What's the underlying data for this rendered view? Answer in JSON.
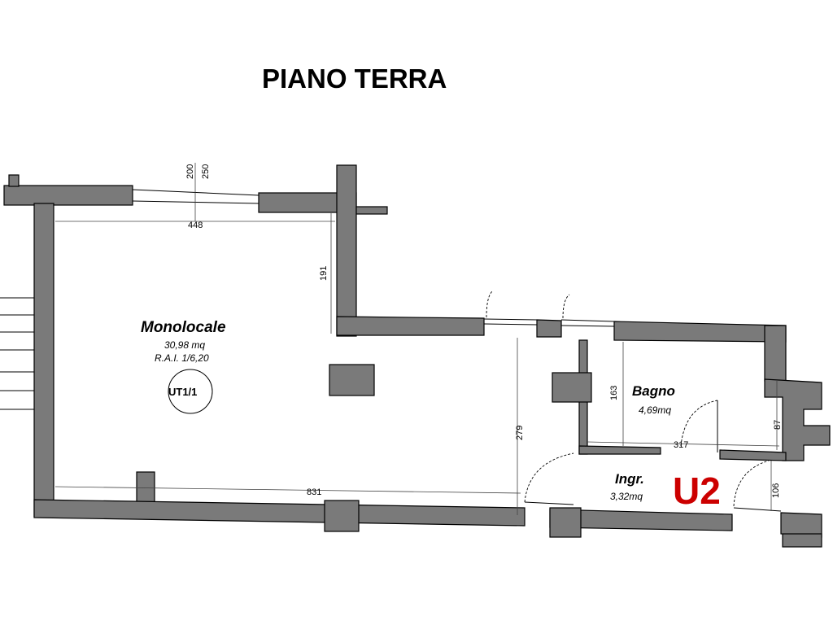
{
  "title": "PIANO TERRA",
  "rooms": {
    "monolocale": {
      "name": "Monolocale",
      "area": "30,98 mq",
      "rai": "R.A.I. 1/6,20",
      "badge": "UT1/1"
    },
    "bagno": {
      "name": "Bagno",
      "area": "4,69mq"
    },
    "ingresso": {
      "name": "Ingr.",
      "area": "3,32mq"
    }
  },
  "unit_code": "U2",
  "dimensions": {
    "d200": "200",
    "d250": "250",
    "d448": "448",
    "d191": "191",
    "d279": "279",
    "d163": "163",
    "d87": "87",
    "d317": "317",
    "d831": "831",
    "d106": "106"
  },
  "colors": {
    "wall": "#7a7a7a",
    "unit_code": "#cc0000"
  }
}
